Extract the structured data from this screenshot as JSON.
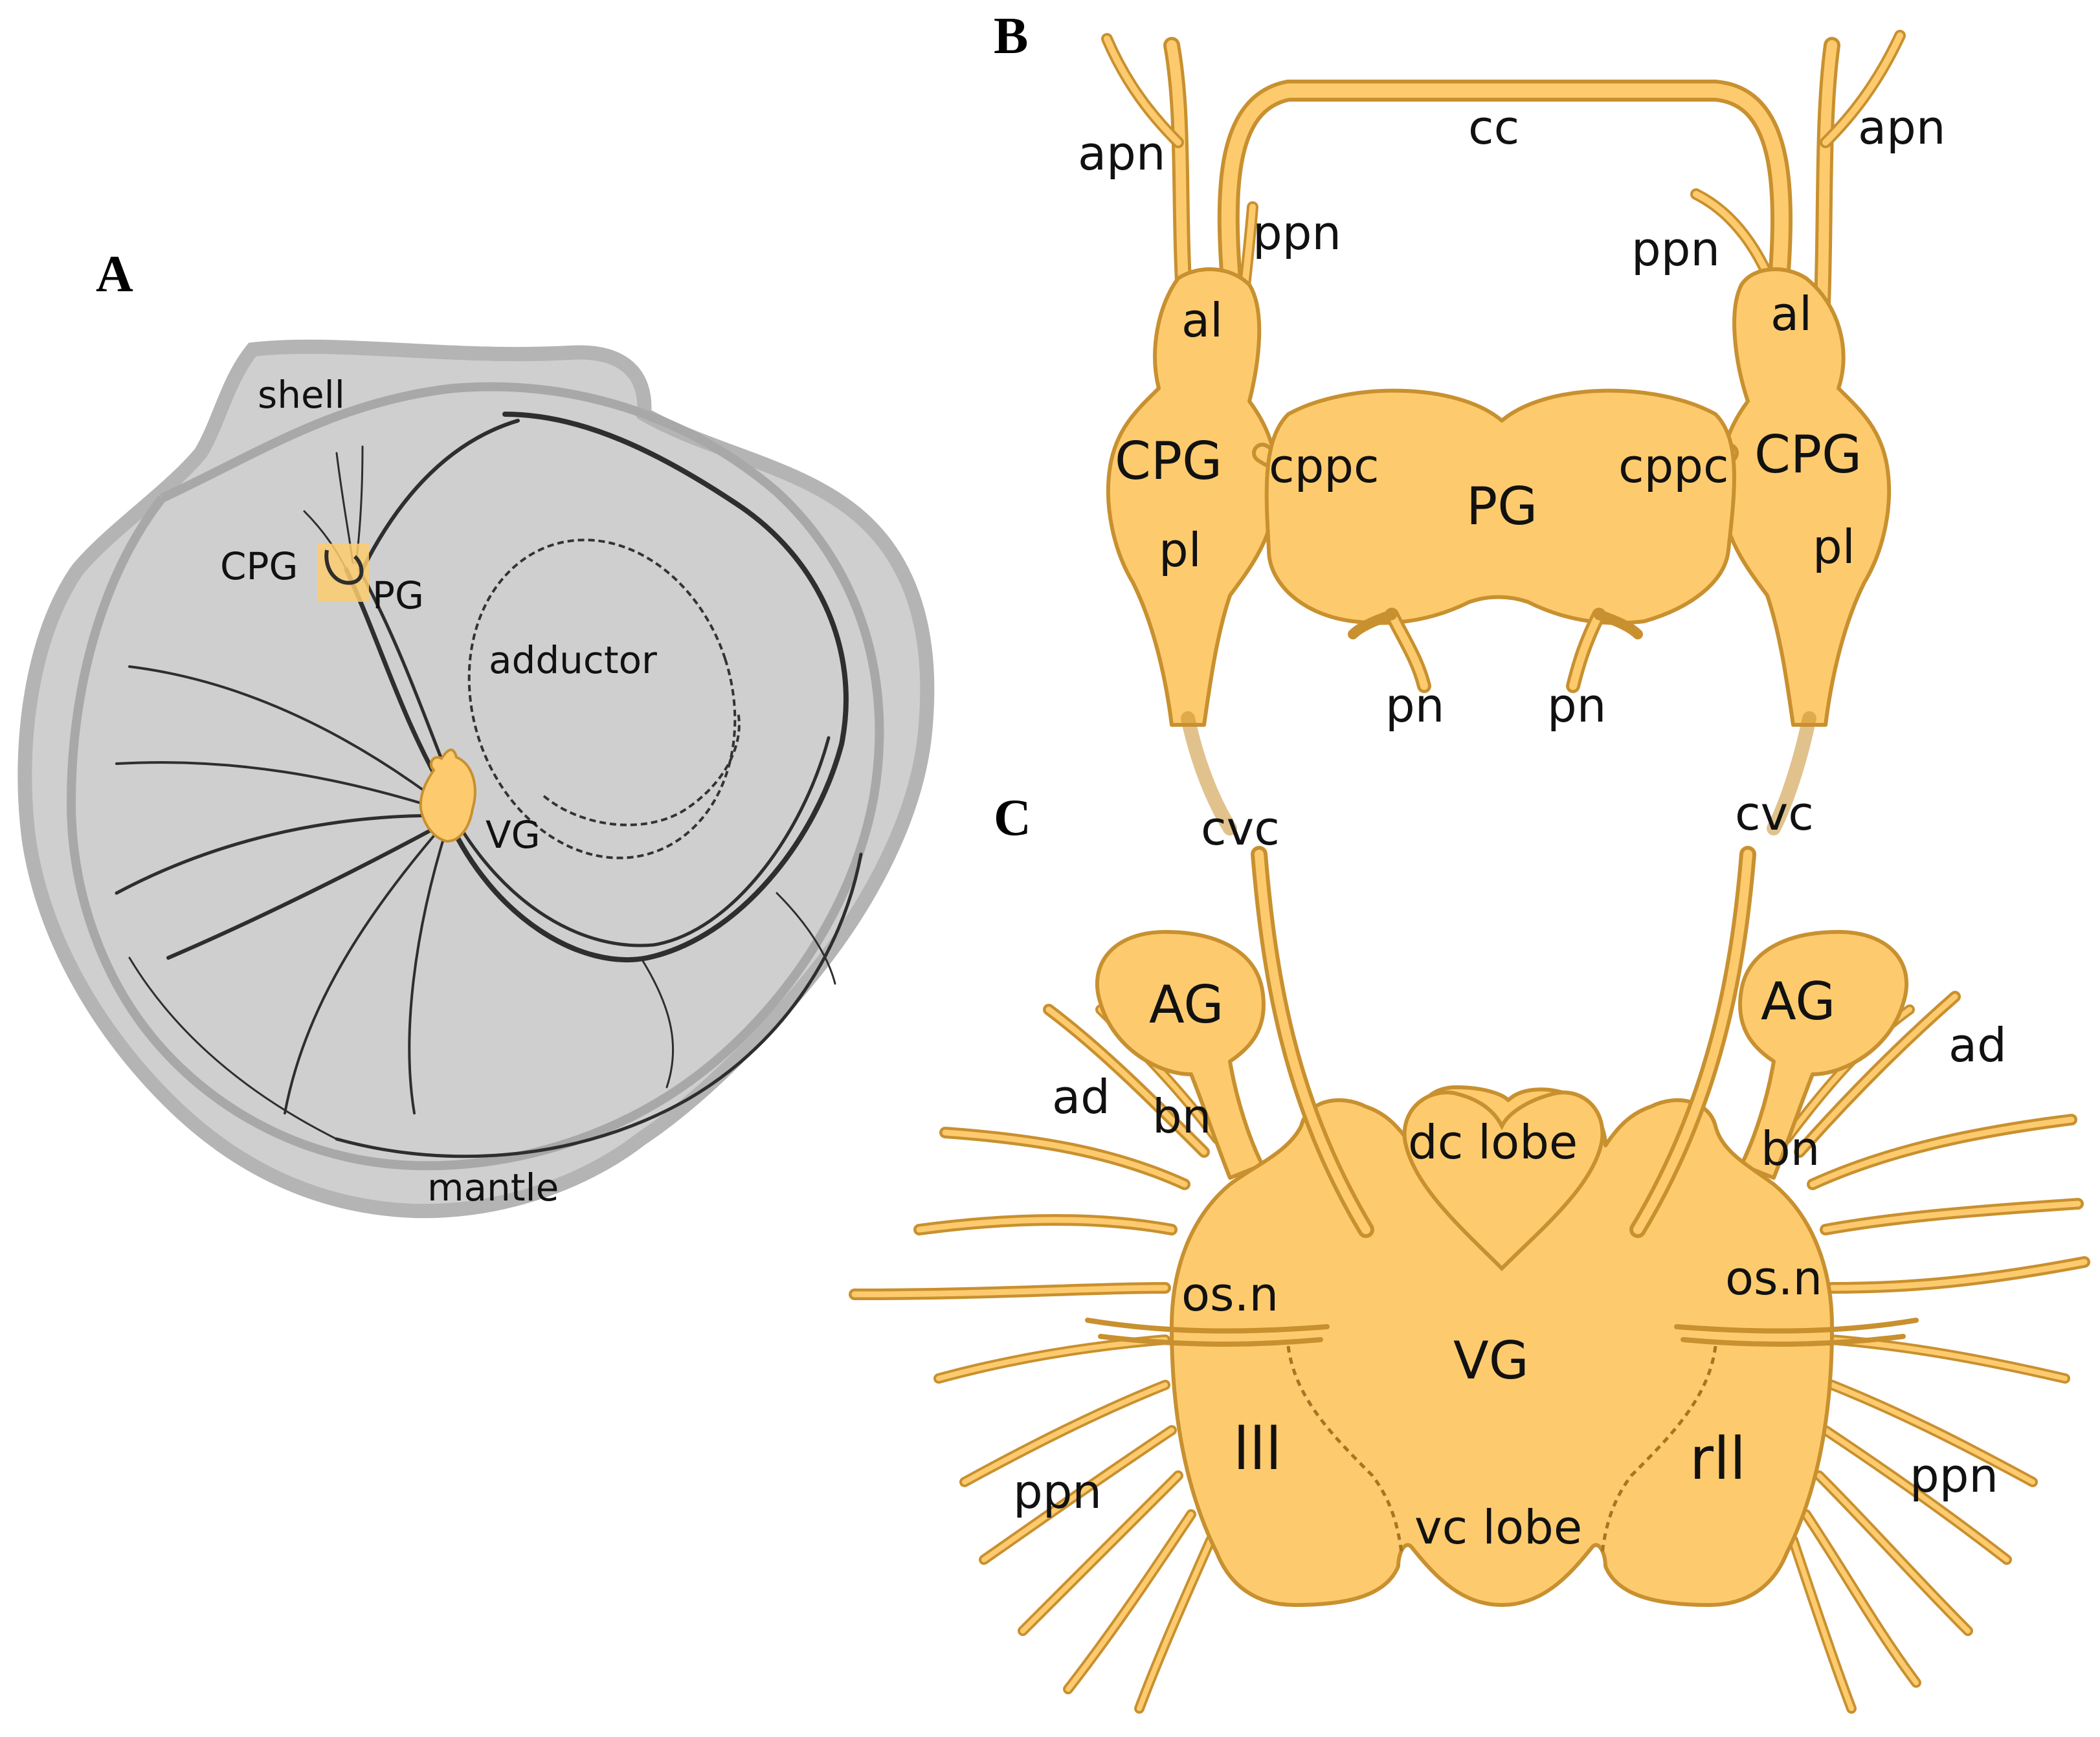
{
  "panels": {
    "a": {
      "letter": "A",
      "labels": {
        "shell": "shell",
        "cpg": "CPG",
        "pg": "PG",
        "adductor": "adductor",
        "vg": "VG",
        "mantle": "mantle"
      }
    },
    "b": {
      "letter": "B",
      "labels": {
        "apn_left": "apn",
        "apn_right": "apn",
        "cc": "cc",
        "ppn_left": "ppn",
        "ppn_right": "ppn",
        "al_left": "al",
        "al_right": "al",
        "cpg_left": "CPG",
        "cpg_right": "CPG",
        "cppc_left": "cppc",
        "cppc_right": "cppc",
        "pg": "PG",
        "pl_left": "pl",
        "pl_right": "pl",
        "pn_left": "pn",
        "pn_right": "pn"
      }
    },
    "c": {
      "letter": "C",
      "labels": {
        "cvc_left": "cvc",
        "cvc_right": "cvc",
        "ag_left": "AG",
        "ag_right": "AG",
        "ad_left": "ad",
        "ad_right": "ad",
        "bn_left": "bn",
        "bn_right": "bn",
        "dc_lobe": "dc lobe",
        "osn_left": "os.n",
        "osn_right": "os.n",
        "vg": "VG",
        "lll": "lll",
        "rll": "rll",
        "ppn_left": "ppn",
        "ppn_right": "ppn",
        "vc_lobe": "vc lobe"
      }
    }
  },
  "colors": {
    "ganglion_fill": "#fdcb6e",
    "ganglion_outline": "#c8902f",
    "shell_gray": "#cfcfcf",
    "nerve_dark": "#2e2e2e"
  }
}
